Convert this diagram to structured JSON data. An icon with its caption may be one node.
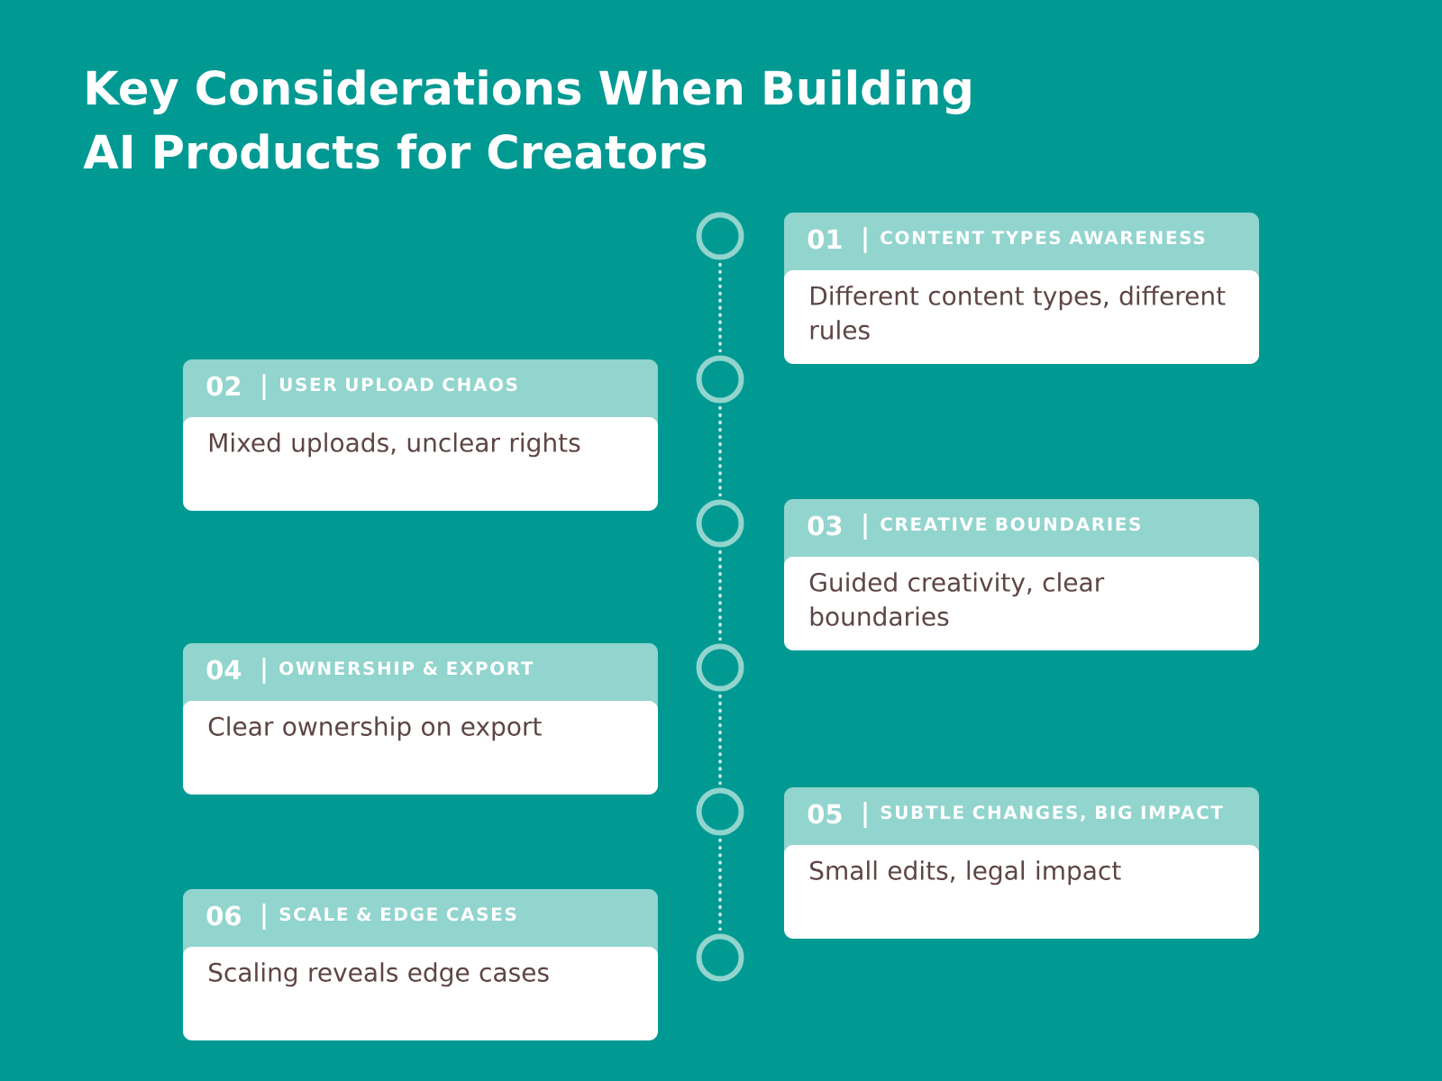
{
  "diagram": {
    "title": "Key Considerations When Building AI Products for Creators",
    "nodes": [
      {
        "text": [
          "01",
          "CONTENT TYPES AWARENESS",
          "Different content types, different rules"
        ]
      },
      {
        "text": [
          "02",
          "USER UPLOAD CHAOS",
          "Mixed uploads, unclear rights"
        ]
      },
      {
        "text": [
          "03",
          "CREATIVE BOUNDARIES",
          "Guided creativity, clear boundaries"
        ]
      },
      {
        "text": [
          "04",
          "OWNERSHIP & EXPORT",
          "Clear ownership on export"
        ]
      },
      {
        "text": [
          "05",
          "SUBTLE CHANGES, BIG IMPACT",
          "Small edits, legal impact"
        ]
      },
      {
        "text": [
          "06",
          "SCALE & EDGE CASES",
          "Scaling reveals edge cases"
        ]
      },
      {
        "text": [],
        "shape": "circle"
      },
      {
        "text": [],
        "shape": "circle"
      },
      {
        "text": [],
        "shape": "circle"
      },
      {
        "text": [],
        "shape": "circle"
      },
      {
        "text": [],
        "shape": "circle"
      },
      {
        "text": [],
        "shape": "circle"
      }
    ],
    "edges": [
      {
        "from": 6,
        "to": 7,
        "arrow": "none"
      },
      {
        "from": 7,
        "to": 8,
        "arrow": "none"
      },
      {
        "from": 8,
        "to": 9,
        "arrow": "none"
      },
      {
        "from": 9,
        "to": 10,
        "arrow": "none"
      },
      {
        "from": 10,
        "to": 11,
        "arrow": "none"
      }
    ]
  }
}
